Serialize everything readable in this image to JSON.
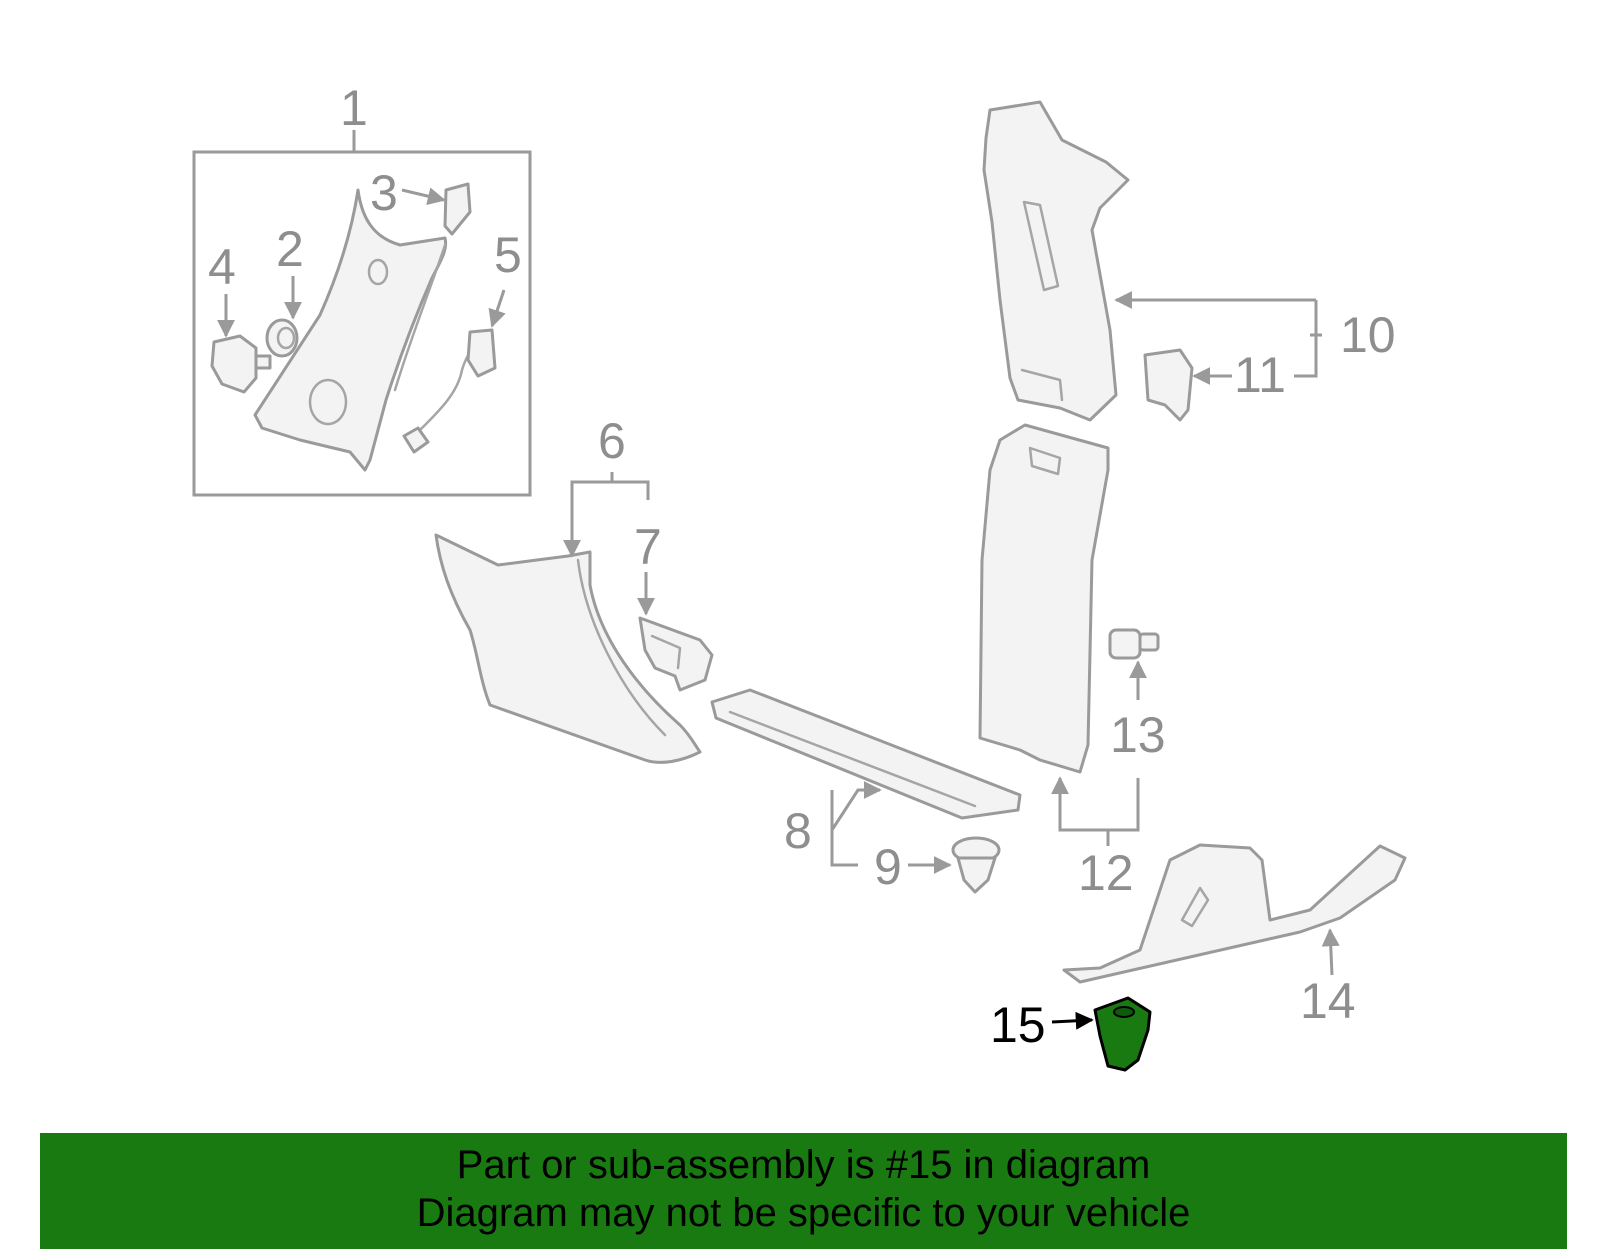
{
  "callouts": [
    "1",
    "2",
    "3",
    "4",
    "5",
    "6",
    "7",
    "8",
    "9",
    "10",
    "11",
    "12",
    "13",
    "14",
    "15"
  ],
  "highlighted_part": "15",
  "banner": {
    "line1": "Part or sub-assembly is #15 in diagram",
    "line2": "Diagram may not be specific to your vehicle"
  },
  "colors": {
    "banner_background": "#1a7a12",
    "highlight_part": "#1a7a12",
    "line_art": "#9a9a9a"
  }
}
